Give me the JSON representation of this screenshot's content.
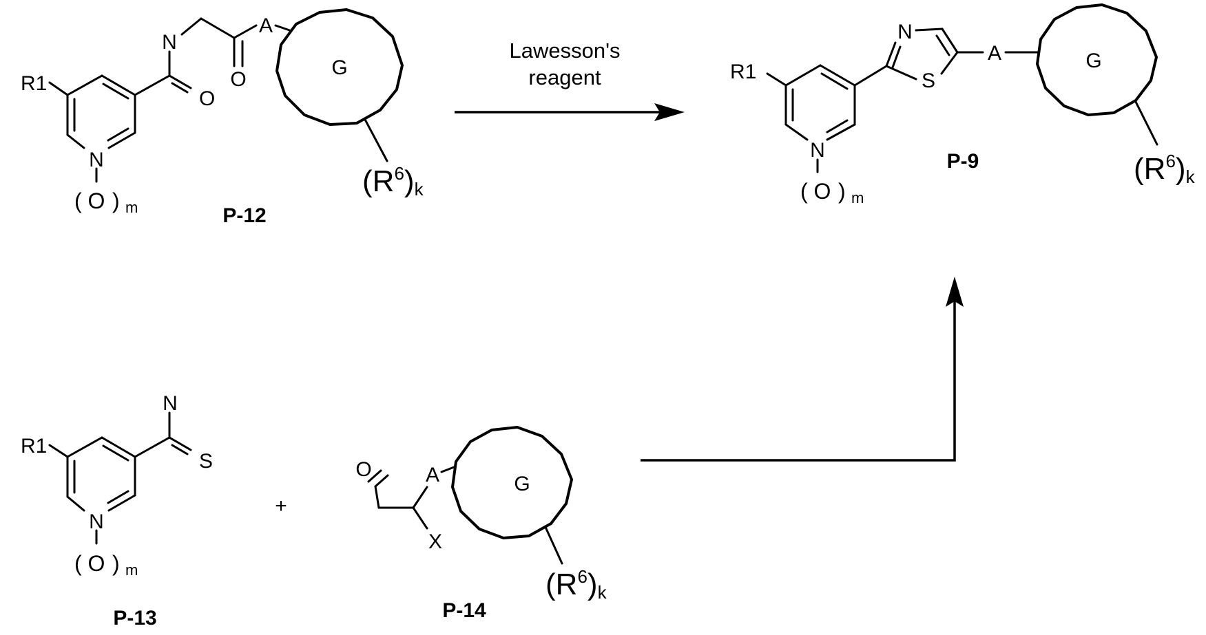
{
  "scheme": {
    "step_a": {
      "reagent_line1": "Lawesson's",
      "reagent_line2": "reagent"
    },
    "plus_sign": "+"
  },
  "compounds": {
    "p12": {
      "id": "P-12",
      "r1": "R1",
      "n_ring": "N",
      "o_oxide": "O",
      "m": "m",
      "n_amide": "N",
      "o_amide": "O",
      "o_ketone": "O",
      "a_linker": "A",
      "g": "G",
      "r6": "R",
      "r6_sup": "6",
      "k": "k"
    },
    "p9": {
      "id": "P-9",
      "r1": "R1",
      "n_ring": "N",
      "o_oxide": "O",
      "m": "m",
      "n_thiazole": "N",
      "s_thiazole": "S",
      "a_linker": "A",
      "g": "G",
      "r6": "R",
      "r6_sup": "6",
      "k": "k"
    },
    "p13": {
      "id": "P-13",
      "r1": "R1",
      "n_ring": "N",
      "o_oxide": "O",
      "m": "m",
      "n_thioamide": "N",
      "s_thioamide": "S"
    },
    "p14": {
      "id": "P-14",
      "o_aldehyde": "O",
      "a_linker": "A",
      "x_halide": "X",
      "g": "G",
      "r6": "R",
      "r6_sup": "6",
      "k": "k"
    }
  }
}
